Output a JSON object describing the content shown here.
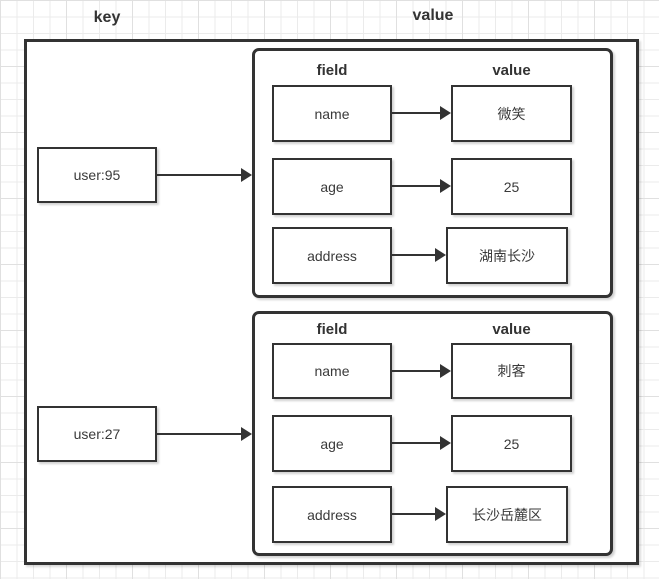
{
  "labels": {
    "key": "key",
    "value": "value"
  },
  "colors": {
    "border": "#333333",
    "text": "#333333",
    "background": "#ffffff",
    "grid_minor": "#ebebeb",
    "grid_major": "#e0e0e0"
  },
  "groups": [
    {
      "key": "user:95",
      "columns": {
        "field": "field",
        "value": "value"
      },
      "rows": [
        {
          "field": "name",
          "value": "微笑"
        },
        {
          "field": "age",
          "value": "25"
        },
        {
          "field": "address",
          "value": "湖南长沙"
        }
      ]
    },
    {
      "key": "user:27",
      "columns": {
        "field": "field",
        "value": "value"
      },
      "rows": [
        {
          "field": "name",
          "value": "刺客"
        },
        {
          "field": "age",
          "value": "25"
        },
        {
          "field": "address",
          "value": "长沙岳麓区"
        }
      ]
    }
  ]
}
